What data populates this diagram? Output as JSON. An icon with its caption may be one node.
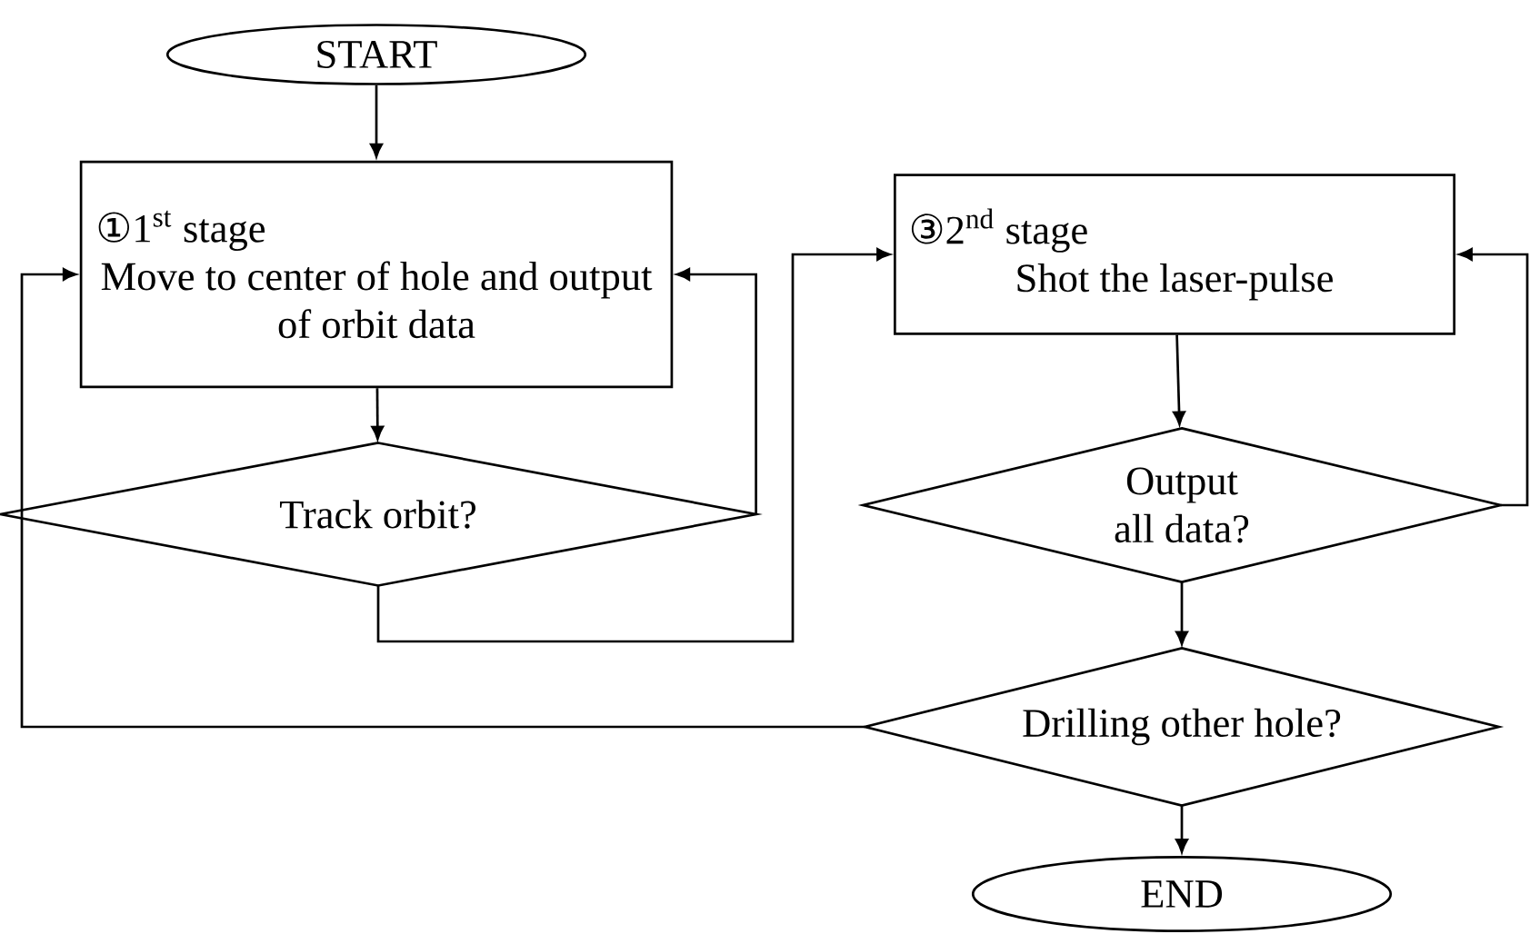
{
  "diagram": {
    "nodes": [
      {
        "text": [
          "START"
        ]
      },
      {
        "text": [
          "①1$^{st}$ stage",
          "Move to center of hole and output of orbit data"
        ]
      },
      {
        "text": [
          "Track orbit?"
        ]
      },
      {
        "text": [
          "③2$^{nd}$ stage",
          "Shot the laser-pulse"
        ]
      },
      {
        "text": [
          "Output all data?"
        ]
      },
      {
        "text": [
          "Drilling other hole?"
        ]
      },
      {
        "text": [
          "END"
        ]
      }
    ],
    "edges": [
      {
        "from": 0,
        "to": 1,
        "arrow": "to"
      },
      {
        "from": 1,
        "to": 2,
        "arrow": "to"
      },
      {
        "from": 2,
        "to": 1,
        "arrow": "to"
      },
      {
        "from": 2,
        "to": 3,
        "arrow": "to"
      },
      {
        "from": 3,
        "to": 4,
        "arrow": "to"
      },
      {
        "from": 4,
        "to": 3,
        "arrow": "to"
      },
      {
        "from": 4,
        "to": 5,
        "arrow": "to"
      },
      {
        "from": 5,
        "to": 1,
        "arrow": "to"
      },
      {
        "from": 5,
        "to": 6,
        "arrow": "to"
      }
    ]
  }
}
